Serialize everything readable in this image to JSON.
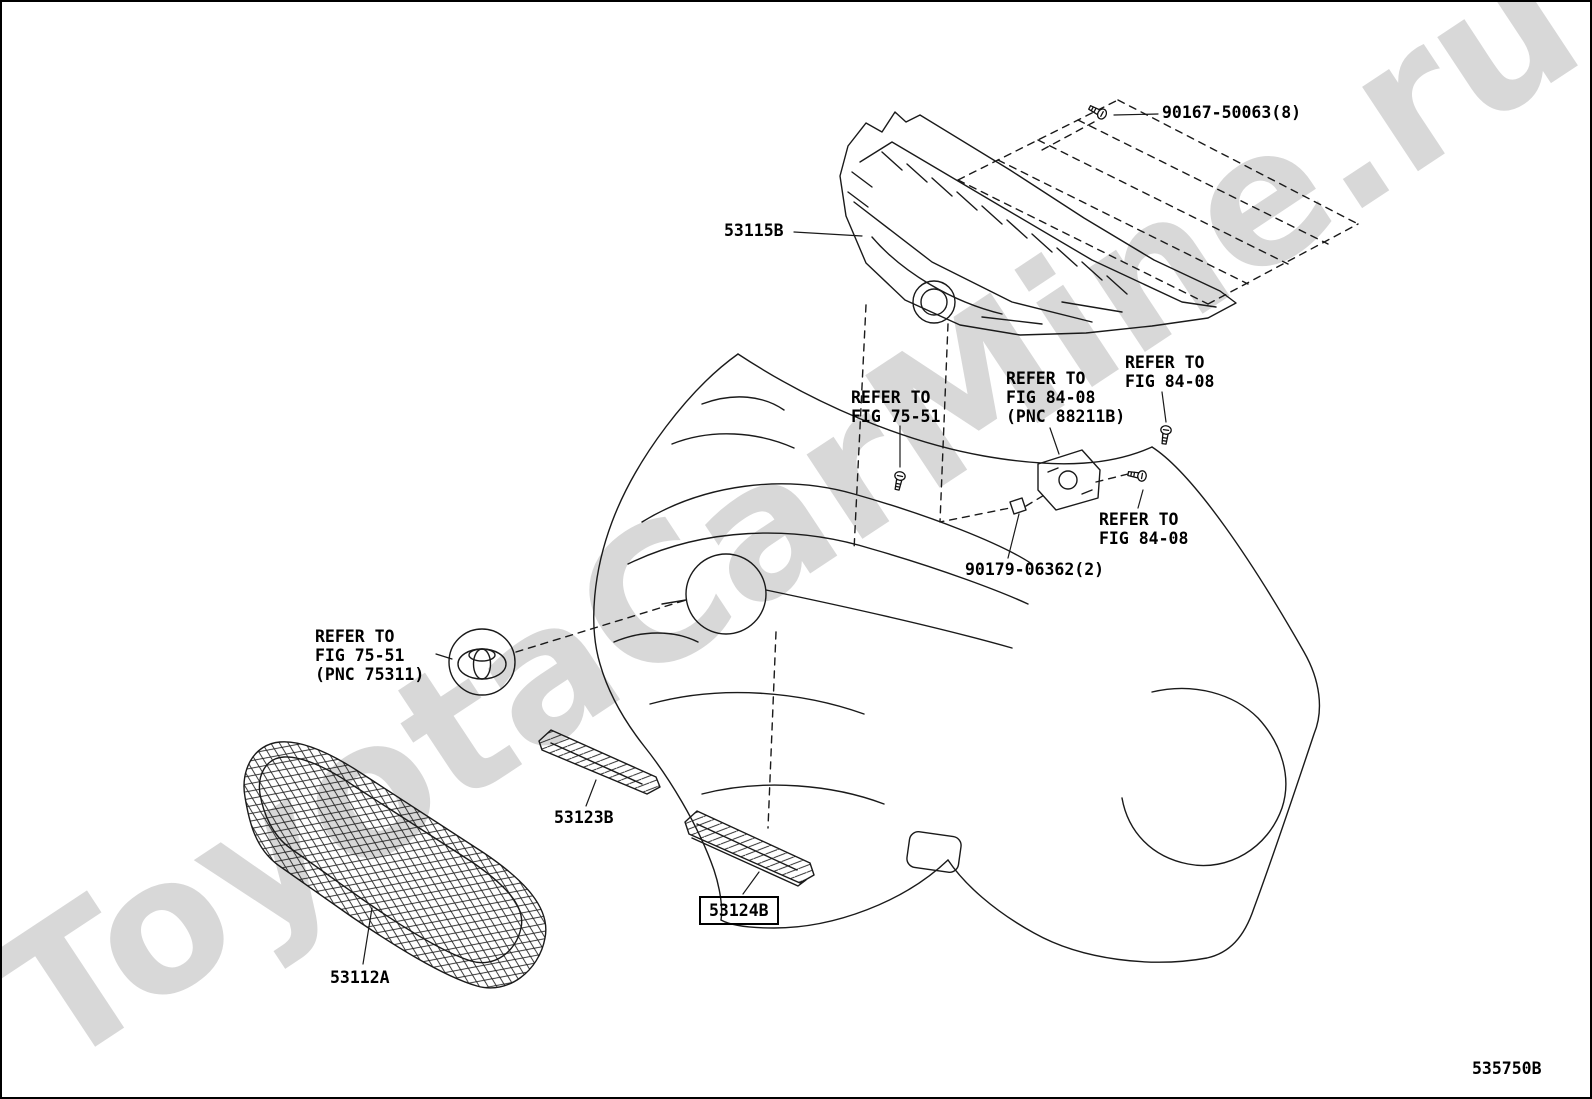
{
  "diagram": {
    "watermark": "ToyotaCarMine.ru",
    "page_code": "535750B",
    "callouts": {
      "bolt_top": "90167-50063(8)",
      "shield": "53115B",
      "refer_fig7551_mid": "REFER TO\nFIG 75-51",
      "refer_fig8408_pnc": "REFER TO\nFIG 84-08\n(PNC 88211B)",
      "refer_fig8408_upper_right": "REFER TO\nFIG 84-08",
      "refer_fig8408_lower_right": "REFER TO\nFIG 84-08",
      "clip": "90179-06362(2)",
      "refer_fig7551_emblem": "REFER TO\nFIG 75-51\n(PNC 75311)",
      "strip_upper": "53123B",
      "strip_lower_boxed": "53124B",
      "grille": "53112A"
    }
  }
}
